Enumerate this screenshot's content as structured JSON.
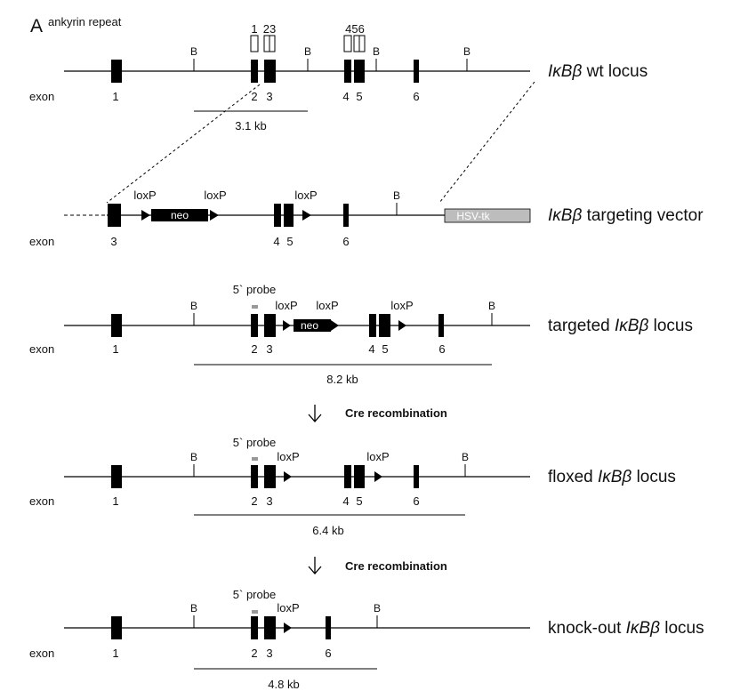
{
  "panel_label": "A",
  "ankyrin_label": "ankyrin repeat",
  "ankyrin_numbers": [
    "1",
    "23",
    "456"
  ],
  "exon_label": "exon",
  "site_label": "B",
  "loxp_label": "loxP",
  "probe_label": "5` probe",
  "neo_label": "neo",
  "tk_label": "HSV-tk",
  "step_label": "Cre recombination",
  "loci": [
    {
      "name_pre": "",
      "name_gene": "IκBβ",
      "name_post": " wt locus",
      "exon_numbers": [
        "1",
        "2",
        "3",
        "4",
        "5",
        "6"
      ],
      "fragment": "3.1 kb"
    },
    {
      "name_pre": "",
      "name_gene": "IκBβ",
      "name_post": " targeting vector",
      "exon_numbers": [
        "3",
        "4",
        "5",
        "6"
      ],
      "fragment": ""
    },
    {
      "name_pre": "targeted ",
      "name_gene": "IκBβ",
      "name_post": " locus",
      "exon_numbers": [
        "1",
        "2",
        "3",
        "4",
        "5",
        "6"
      ],
      "fragment": "8.2 kb"
    },
    {
      "name_pre": "floxed ",
      "name_gene": "IκBβ",
      "name_post": " locus",
      "exon_numbers": [
        "1",
        "2",
        "3",
        "4",
        "5",
        "6"
      ],
      "fragment": "6.4 kb"
    },
    {
      "name_pre": "knock-out ",
      "name_gene": "IκBβ",
      "name_post": " locus",
      "exon_numbers": [
        "1",
        "2",
        "3",
        "6"
      ],
      "fragment": "4.8 kb"
    }
  ]
}
